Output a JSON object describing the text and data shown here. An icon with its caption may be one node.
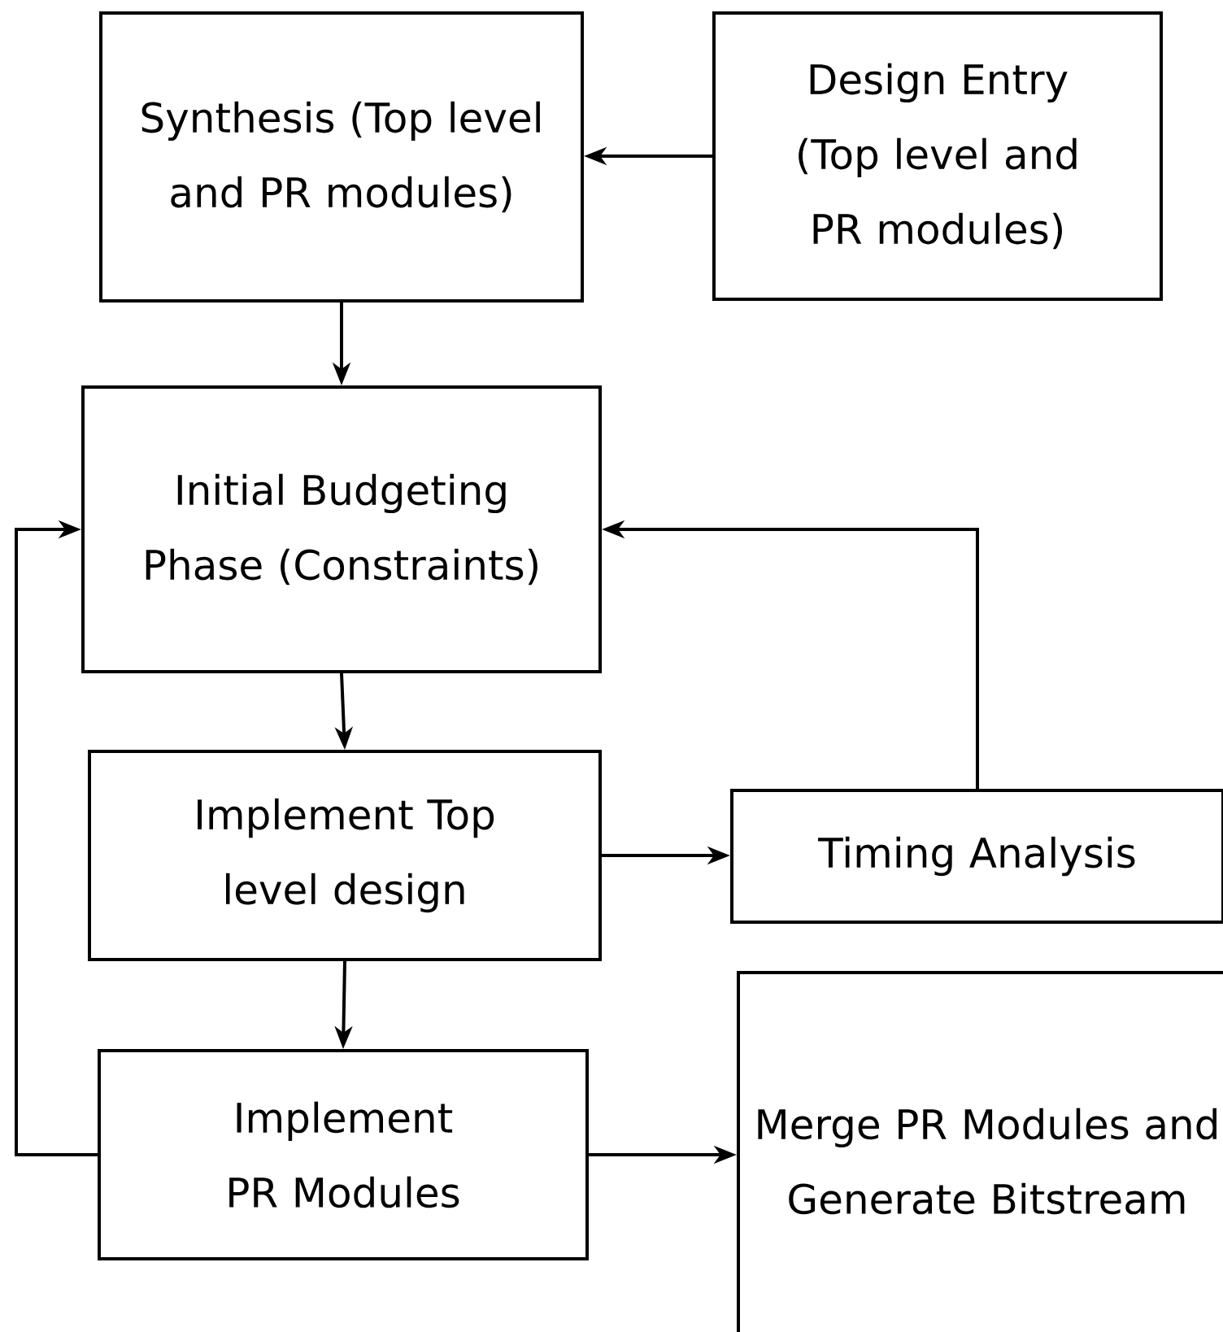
{
  "diagram": {
    "nodes": [
      {
        "text": [
          "Synthesis (Top level and PR modules)"
        ]
      },
      {
        "text": [
          "Design Entry (Top level and PR modules)"
        ]
      },
      {
        "text": [
          "Initial Budgeting Phase (Constraints)"
        ]
      },
      {
        "text": [
          "Implement Top level design"
        ]
      },
      {
        "text": [
          "Timing Analysis"
        ]
      },
      {
        "text": [
          "Implement PR Modules"
        ]
      },
      {
        "text": [
          "Merge PR Modules and Generate Bitstream"
        ]
      }
    ],
    "edges": [
      {
        "from": 1,
        "to": 0,
        "arrow": "to"
      },
      {
        "from": 0,
        "to": 2,
        "arrow": "to"
      },
      {
        "from": 2,
        "to": 3,
        "arrow": "to"
      },
      {
        "from": 3,
        "to": 4,
        "arrow": "to"
      },
      {
        "from": 4,
        "to": 2,
        "arrow": "to"
      },
      {
        "from": 3,
        "to": 5,
        "arrow": "to"
      },
      {
        "from": 5,
        "to": 2,
        "arrow": "to"
      },
      {
        "from": 5,
        "to": 6,
        "arrow": "to"
      }
    ]
  }
}
